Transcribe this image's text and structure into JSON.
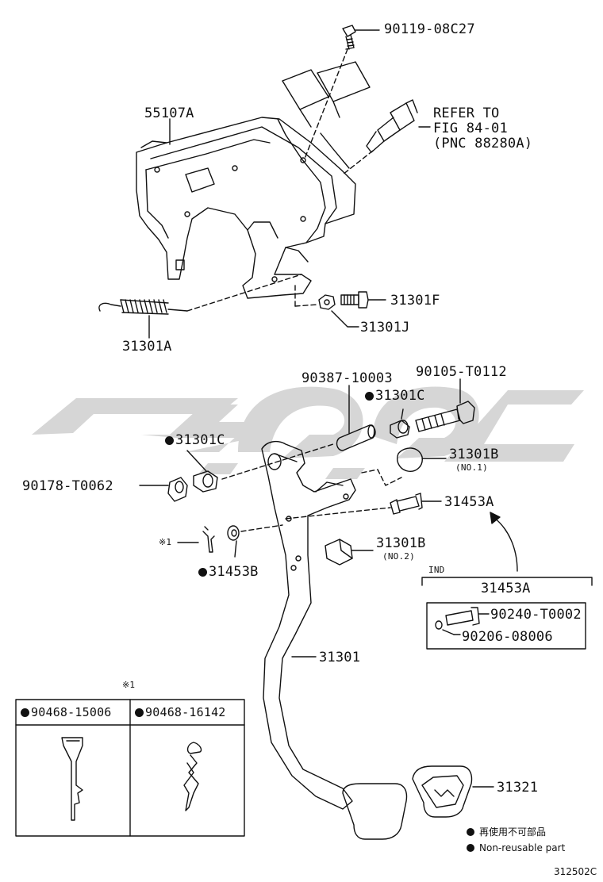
{
  "labels": {
    "bolt_top": "90119-08C27",
    "bracket": "55107A",
    "refer_line1": "REFER TO",
    "refer_line2": "FIG 84-01",
    "refer_line3": "(PNC 88280A)",
    "spring": "31301A",
    "bolt_f": "31301F",
    "nut_j": "31301J",
    "collar": "90387-10003",
    "bolt_t0112": "90105-T0112",
    "bush_c_right": "31301C",
    "bush_c_left": "31301C",
    "cushion_b1": "31301B",
    "cushion_b1_note": "(NO.1)",
    "bushing_t0062": "90178-T0062",
    "pin_a": "31453A",
    "clip_ref": "※1",
    "washer_b": "31453B",
    "stopper_b2": "31301B",
    "stopper_b2_note": "(NO.2)",
    "ind": "IND",
    "ind_title": "31453A",
    "ind_pin": "90240-T0002",
    "ind_washer": "90206-08006",
    "pedal": "31301",
    "pad": "31321",
    "clip_table_ref": "※1",
    "clip_1": "90468-15006",
    "clip_2": "90468-16142"
  },
  "legend": {
    "jp": "再使用不可部品",
    "en": "Non-reusable part"
  },
  "figure_code": "312502C",
  "watermark_color": "#c8c8c8"
}
